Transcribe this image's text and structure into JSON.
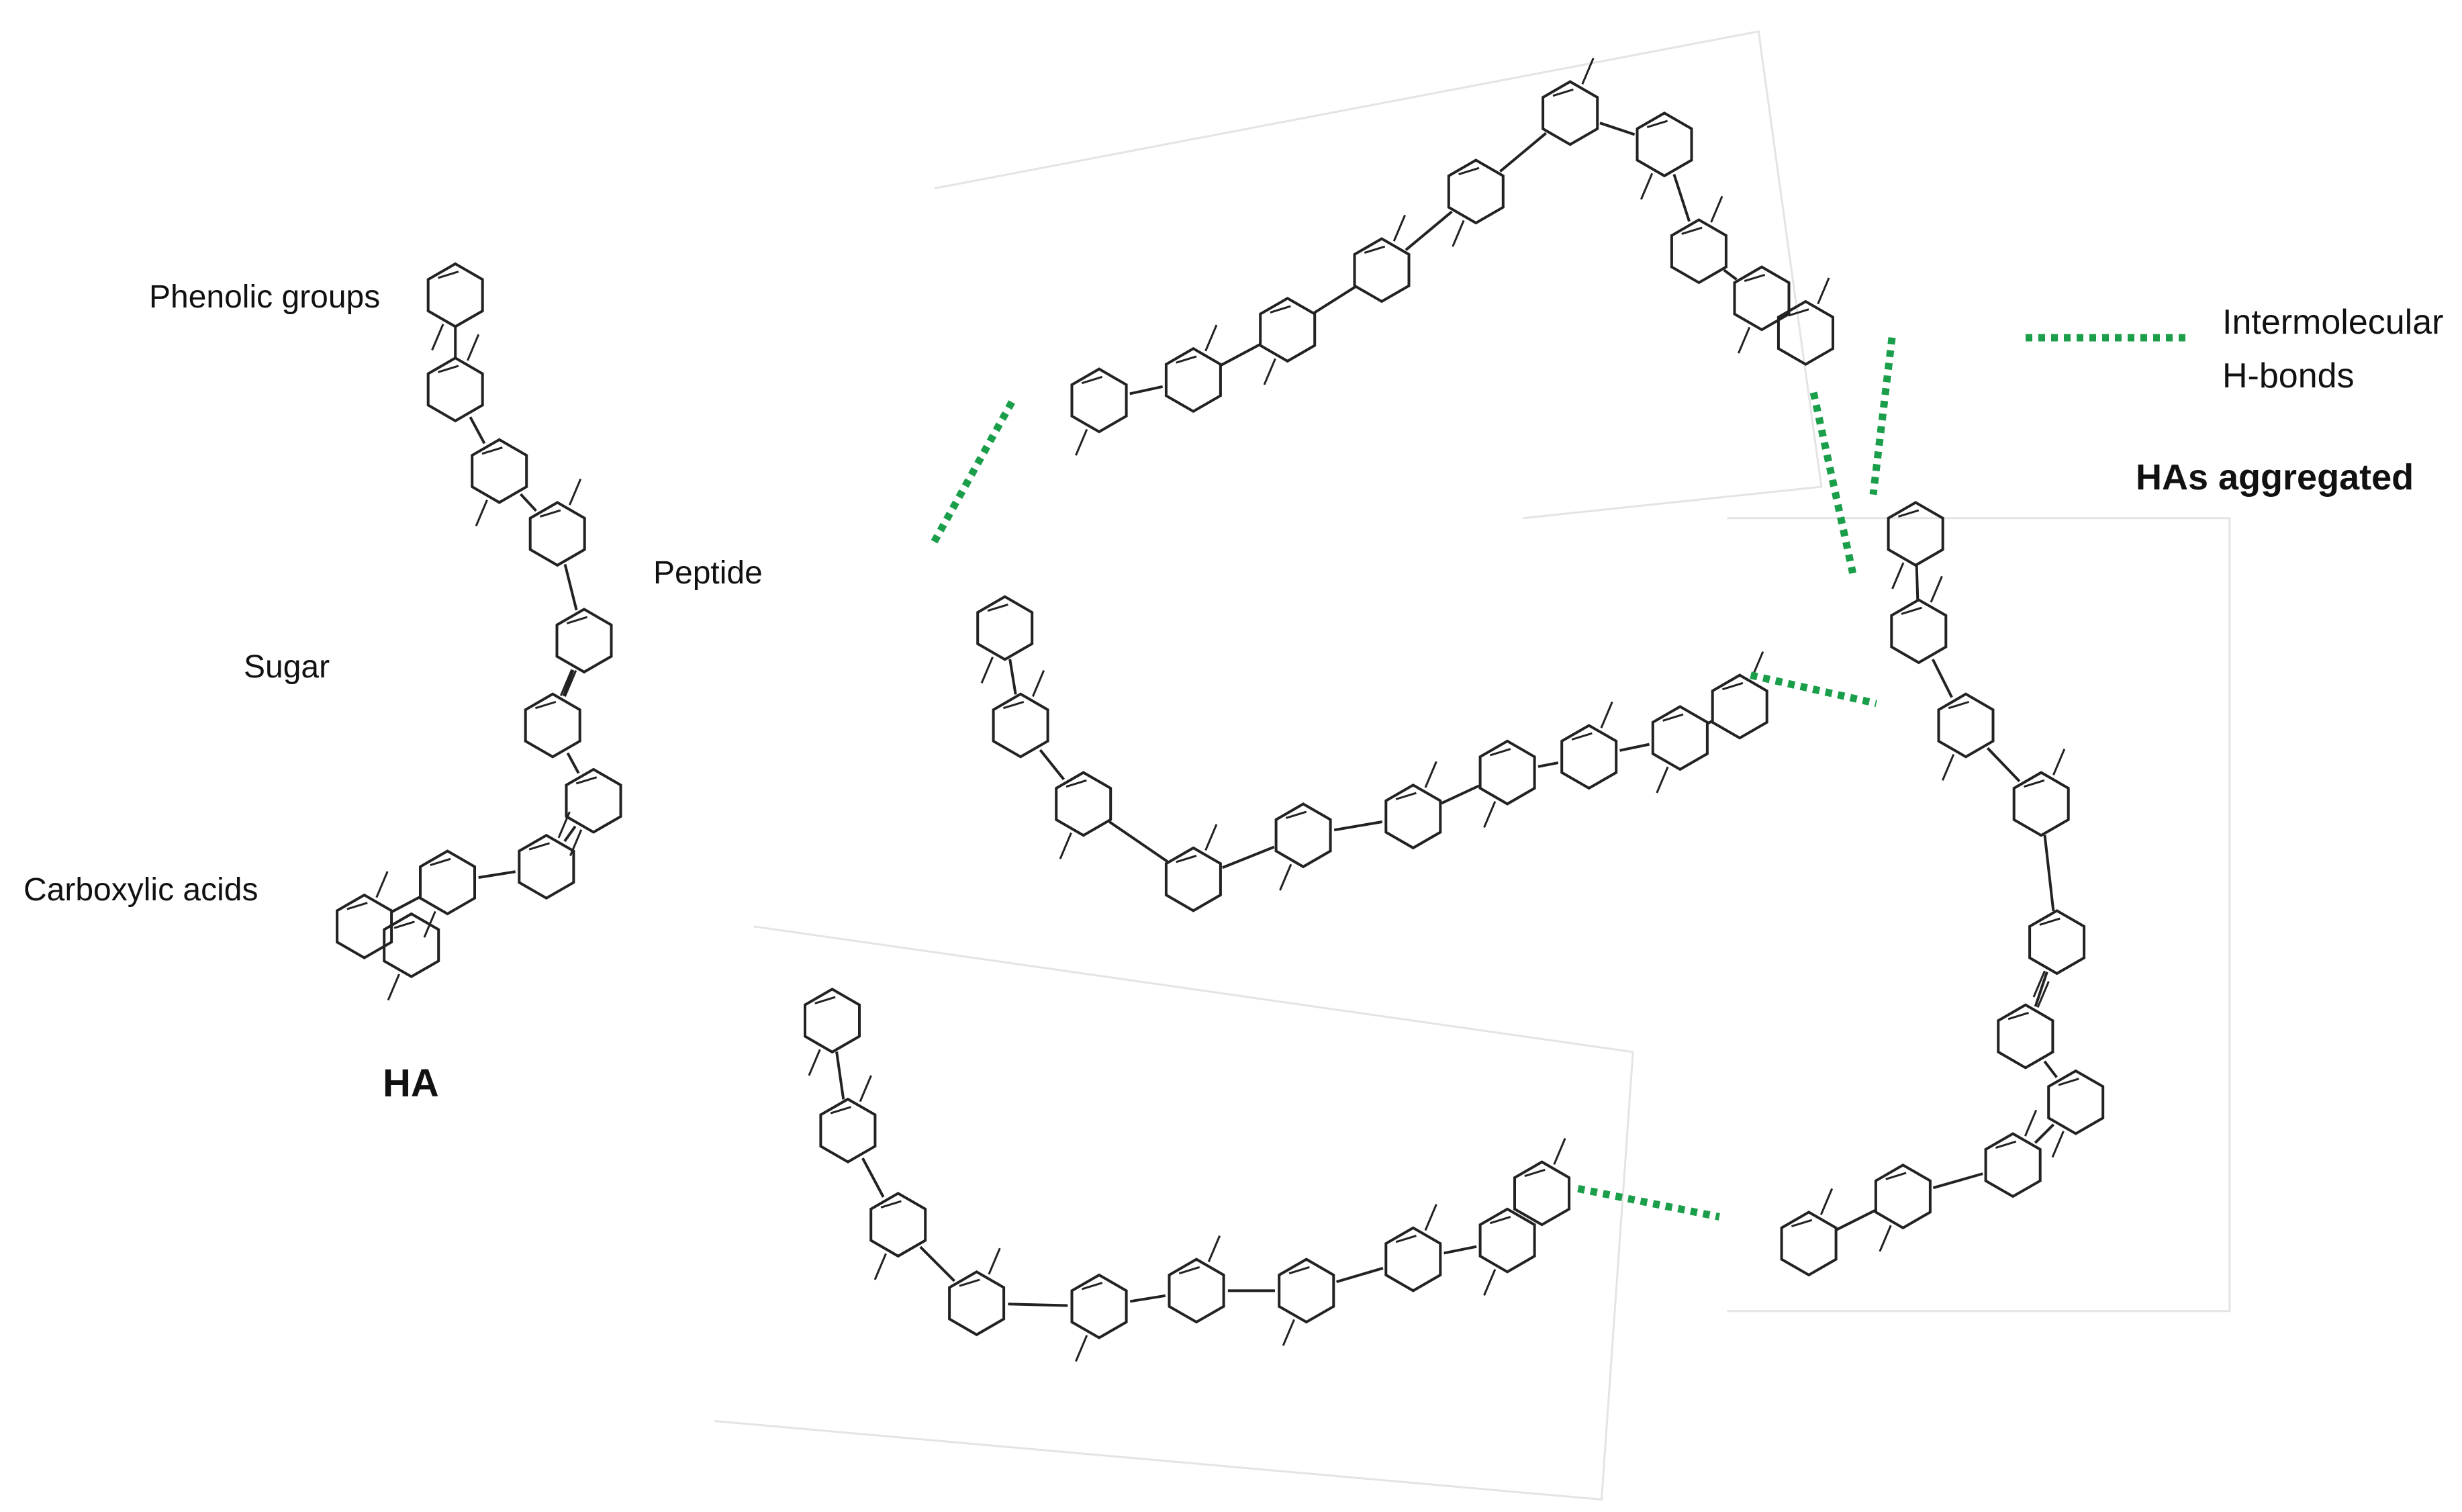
{
  "labels": {
    "phenolic_groups": "Phenolic groups",
    "peptide": "Peptide",
    "sugar": "Sugar",
    "carboxylic_acids": "Carboxylic acids",
    "ha_title": "HA",
    "aggregated_title": "HAs aggregated"
  },
  "legend": {
    "line1": "Intermolecular",
    "line2": "H-bonds",
    "color": "#1a9e4a"
  },
  "colors": {
    "structure": "#222222",
    "hbond": "#1a9e4a",
    "frame": "#e4e4e4"
  }
}
